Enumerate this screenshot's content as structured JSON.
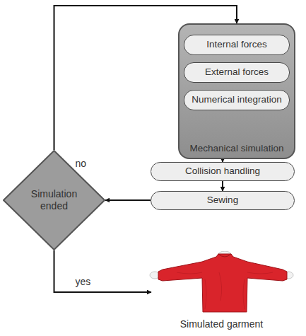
{
  "diagram": {
    "nodes": [
      {
        "text": [
          "Mechanical simulation"
        ]
      },
      {
        "text": [
          "Internal forces"
        ],
        "in": 0
      },
      {
        "text": [
          "External forces"
        ],
        "in": 0
      },
      {
        "text": [
          "Numerical integration"
        ],
        "in": 0
      },
      {
        "text": [
          "Collision handling"
        ]
      },
      {
        "text": [
          "Sewing"
        ]
      },
      {
        "text": [
          "Simulation ended"
        ]
      },
      {
        "text": [
          "Simulated garment"
        ]
      }
    ],
    "edges": [
      {
        "from": 0,
        "to": 4,
        "arrow": "to"
      },
      {
        "from": 4,
        "to": 5,
        "arrow": "to"
      },
      {
        "from": 5,
        "to": 6,
        "arrow": "to"
      },
      {
        "from": 6,
        "to": 0,
        "arrow": "to",
        "label": "no"
      },
      {
        "from": 6,
        "to": 7,
        "arrow": "to",
        "label": "yes"
      }
    ]
  }
}
